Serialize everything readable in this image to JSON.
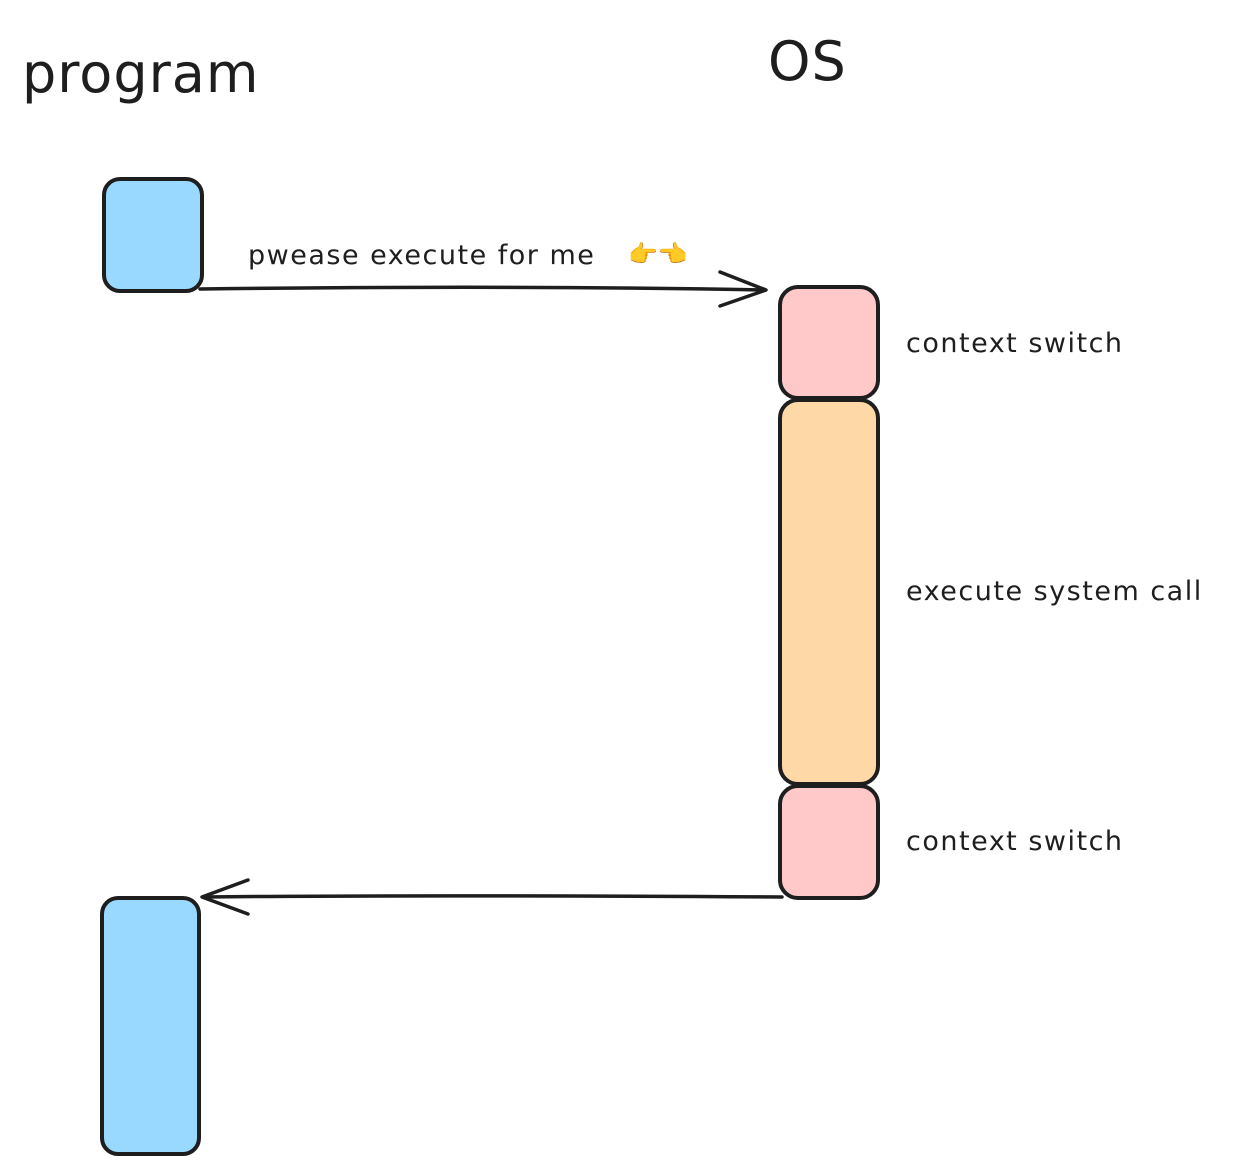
{
  "headings": {
    "program": "program",
    "os": "OS"
  },
  "messages": {
    "request": "pwease execute for me",
    "request_emoji": "👉👈"
  },
  "os_steps": {
    "context_switch_1": "context switch",
    "execute_system_call": "execute system call",
    "context_switch_2": "context switch"
  },
  "colors": {
    "program_block": "#99d9ff",
    "context_switch_block": "#ffc9c9",
    "system_call_block": "#ffd8a8",
    "stroke": "#1e1e1e"
  }
}
